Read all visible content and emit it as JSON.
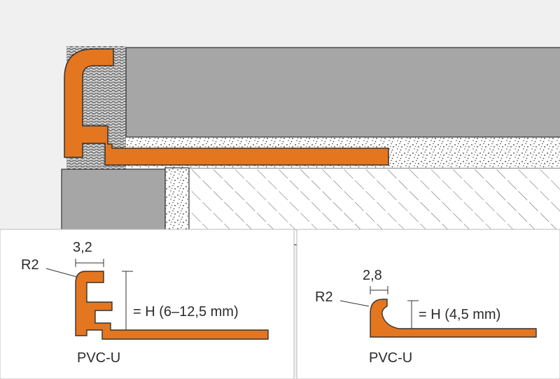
{
  "colors": {
    "background": "#f0f0f0",
    "profile": "#e4761f",
    "tile": "#a6a6a6",
    "panel": "#ffffff",
    "outline": "#333333"
  },
  "left_panel": {
    "width_dim": "3,2",
    "radius": "R2",
    "height": "= H (6–12,5 mm)",
    "material": "PVC-U"
  },
  "right_panel": {
    "width_dim": "2,8",
    "radius": "R2",
    "height": "= H (4,5 mm)",
    "material": "PVC-U"
  }
}
